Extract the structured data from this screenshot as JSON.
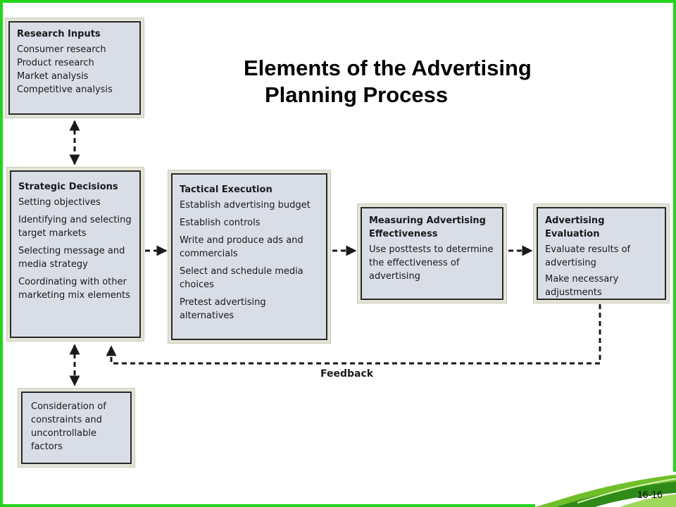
{
  "slide": {
    "title_line1": "Elements of the Advertising",
    "title_line2": "Planning Process",
    "page_number": "16-16",
    "feedback_label": "Feedback",
    "colors": {
      "frame": "#22d41c",
      "box_fill": "#d9dde6",
      "box_border": "#2a2a2a"
    }
  },
  "boxes": {
    "research_inputs": {
      "title": "Research Inputs",
      "items": [
        "Consumer research",
        "Product research",
        "Market analysis",
        "Competitive analysis"
      ]
    },
    "strategic_decisions": {
      "title": "Strategic Decisions",
      "items": [
        "Setting objectives",
        "Identifying and selecting target markets",
        "Selecting message and media strategy",
        "Coordinating with other marketing mix elements"
      ]
    },
    "tactical_execution": {
      "title": "Tactical Execution",
      "items": [
        "Establish advertising budget",
        "Establish controls",
        "Write and produce ads and commercials",
        "Select and schedule media choices",
        "Pretest advertising alternatives"
      ]
    },
    "measuring_effectiveness": {
      "title": "Measuring Advertising Effectiveness",
      "items": [
        "Use posttests to determine the effectiveness of advertising"
      ]
    },
    "advertising_evaluation": {
      "title": "Advertising Evaluation",
      "items": [
        "Evaluate results of advertising",
        "Make necessary adjustments"
      ]
    },
    "constraints": {
      "text": "Consideration of constraints and uncontrollable factors"
    }
  }
}
